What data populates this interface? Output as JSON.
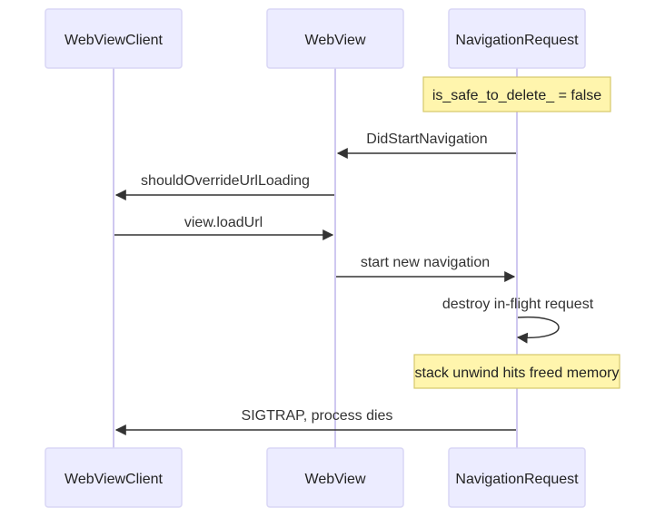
{
  "participants": [
    {
      "id": "client",
      "label": "WebViewClient"
    },
    {
      "id": "webview",
      "label": "WebView"
    },
    {
      "id": "navreq",
      "label": "NavigationRequest"
    }
  ],
  "notes": [
    {
      "over": "navreq",
      "text": "is_safe_to_delete_ = false"
    },
    {
      "over": "navreq",
      "text": "stack unwind hits freed memory"
    }
  ],
  "messages": [
    {
      "from": "navreq",
      "to": "webview",
      "text": "DidStartNavigation"
    },
    {
      "from": "webview",
      "to": "client",
      "text": "shouldOverrideUrlLoading"
    },
    {
      "from": "client",
      "to": "webview",
      "text": "view.loadUrl"
    },
    {
      "from": "webview",
      "to": "navreq",
      "text": "start new navigation"
    },
    {
      "from": "navreq",
      "to": "navreq",
      "text": "destroy in-flight request"
    },
    {
      "from": "navreq",
      "to": "client",
      "text": "SIGTRAP, process dies"
    }
  ],
  "colors": {
    "actor_fill": "#ececff",
    "actor_border": "#d9d6f5",
    "lifeline": "#cfc8f0",
    "message": "#333333",
    "note_fill": "#fff5ad",
    "note_border": "#d6c96b"
  }
}
